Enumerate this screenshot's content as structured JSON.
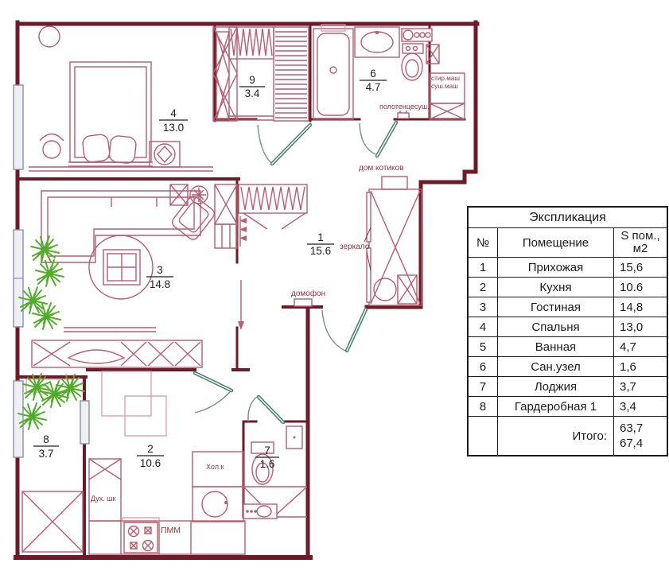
{
  "colors": {
    "wall": "#6e1a28",
    "furn": "#b85c70",
    "furn-light": "#d79aa7",
    "leaf": "#4a8273",
    "arc": "#6f9188",
    "plant": "#4fae28",
    "ann": "#8e3340",
    "ink": "#1c1c1c"
  },
  "plan": {
    "rooms": [
      {
        "number": "1",
        "area": "15.6"
      },
      {
        "number": "2",
        "area": "10.6"
      },
      {
        "number": "3",
        "area": "14.8"
      },
      {
        "number": "4",
        "area": "13.0"
      },
      {
        "number": "6",
        "area": "4.7"
      },
      {
        "number": "7",
        "area": "1.6"
      },
      {
        "number": "8",
        "area": "3.7"
      },
      {
        "number": "9",
        "area": "3.4"
      }
    ],
    "annotations": {
      "washer_1": "стир.маш",
      "washer_2": "суш.маш",
      "towel_dryer": "полотенцесуш.",
      "cat_house": "дом котиков",
      "mirror": "зеркало",
      "intercom": "домофон",
      "fridge": "Хол.к",
      "oven": "Дух. шк",
      "dishwasher": "ПММ"
    }
  },
  "table": {
    "title": "Экспликация",
    "col_no": "№",
    "col_room": "Помещение",
    "col_area_1": "S пом.,",
    "col_area_2": "м2",
    "rows": [
      {
        "no": "1",
        "name": "Прихожая",
        "area": "15,6"
      },
      {
        "no": "2",
        "name": "Кухня",
        "area": "10.6"
      },
      {
        "no": "3",
        "name": "Гостиная",
        "area": "14,8"
      },
      {
        "no": "4",
        "name": "Спальня",
        "area": "13,0"
      },
      {
        "no": "5",
        "name": "Ванная",
        "area": "4,7"
      },
      {
        "no": "6",
        "name": "Сан.узел",
        "area": "1,6"
      },
      {
        "no": "7",
        "name": "Лоджия",
        "area": "3,7"
      },
      {
        "no": "8",
        "name": "Гардеробная 1",
        "area": "3,4"
      }
    ],
    "total_label": "Итого:",
    "total_1": "63,7",
    "total_2": "67,4"
  }
}
